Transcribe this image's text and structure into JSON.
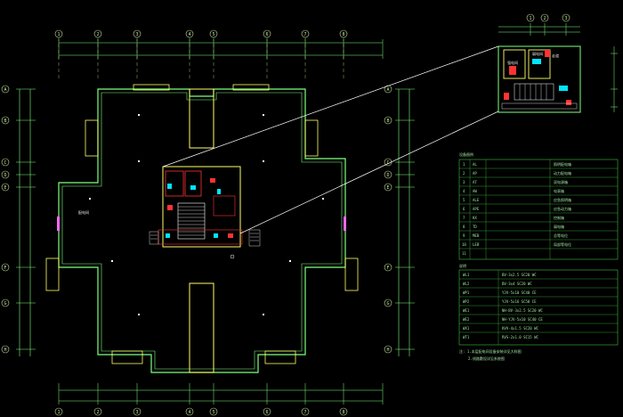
{
  "colors": {
    "background": "#000000",
    "dimension": "#7fff7f",
    "axis": "#c8e6a0",
    "wall": "#ffff66",
    "core": "#ff3333",
    "equipment": "#00e5ff",
    "leader": "#ffffff",
    "annotation": "#ff66ff",
    "table": "#3fbf3f"
  },
  "drawing": {
    "top_axes": [
      "1",
      "2",
      "3",
      "4",
      "5",
      "6",
      "7",
      "8"
    ],
    "bottom_axes": [
      "1",
      "2",
      "3",
      "4",
      "5",
      "6",
      "7",
      "8"
    ],
    "left_axes": [
      "A",
      "B",
      "C",
      "D",
      "E",
      "F",
      "G",
      "H"
    ],
    "right_axes": [
      "A",
      "B",
      "C",
      "D",
      "E",
      "F",
      "G",
      "H"
    ],
    "detail_axes": [
      "1",
      "2",
      "3"
    ],
    "room_label": "配电间",
    "detail_room_labels": [
      "强电间",
      "弱电间",
      "走道"
    ],
    "legend_title": "设备图例",
    "legend_rows": [
      {
        "code": "1",
        "sym": "AL",
        "desc": "照明配电箱"
      },
      {
        "code": "2",
        "sym": "AP",
        "desc": "动力配电箱"
      },
      {
        "code": "3",
        "sym": "AT",
        "desc": "双电源箱"
      },
      {
        "code": "4",
        "sym": "AW",
        "desc": "电表箱"
      },
      {
        "code": "5",
        "sym": "ALE",
        "desc": "应急照明箱"
      },
      {
        "code": "6",
        "sym": "APE",
        "desc": "应急动力箱"
      },
      {
        "code": "7",
        "sym": "KX",
        "desc": "控制箱"
      },
      {
        "code": "8",
        "sym": "TD",
        "desc": "弱电箱"
      },
      {
        "code": "9",
        "sym": "MEB",
        "desc": "总等电位"
      },
      {
        "code": "10",
        "sym": "LEB",
        "desc": "局部等电位"
      },
      {
        "code": "11",
        "sym": "",
        "desc": ""
      }
    ],
    "notes_title": "说明",
    "notes_rows": [
      {
        "sym": "WL1",
        "desc": "BV-3x2.5 SC20 WC"
      },
      {
        "sym": "WL2",
        "desc": "BV-3x4 SC20 WC"
      },
      {
        "sym": "WP1",
        "desc": "YJV-5x10 SC40 CE"
      },
      {
        "sym": "WP2",
        "desc": "YJV-5x16 SC50 CE"
      },
      {
        "sym": "WE1",
        "desc": "NH-BV-3x2.5 SC20 WC"
      },
      {
        "sym": "WE2",
        "desc": "NH-YJV-5x10 SC40 CE"
      },
      {
        "sym": "WX1",
        "desc": "KVV-4x1.5 SC20 WC"
      },
      {
        "sym": "WT1",
        "desc": "RVS-2x1.0 SC15 WC"
      }
    ],
    "footnotes": [
      "注: 1.本层配电间设备安装详见大样图",
      "2.线路敷设详见系统图"
    ]
  }
}
